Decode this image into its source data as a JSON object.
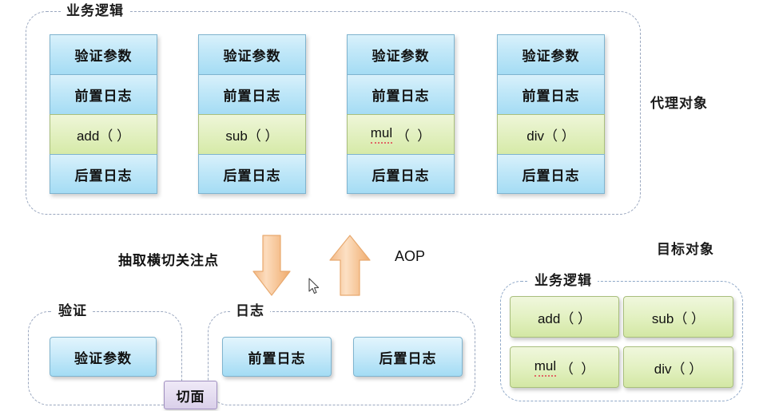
{
  "proxy_section": {
    "group_label": "业务逻辑",
    "outside_label": "代理对象",
    "columns": [
      {
        "validate": "验证参数",
        "before_log": "前置日志",
        "method": "add（ ）",
        "after_log": "后置日志"
      },
      {
        "validate": "验证参数",
        "before_log": "前置日志",
        "method": "sub（ ）",
        "after_log": "后置日志"
      },
      {
        "validate": "验证参数",
        "before_log": "前置日志",
        "method": "mul（ ）",
        "after_log": "后置日志"
      },
      {
        "validate": "验证参数",
        "before_log": "前置日志",
        "method": "div（ ）",
        "after_log": "后置日志"
      }
    ]
  },
  "middle": {
    "extract_label": "抽取横切关注点",
    "aop_label": "AOP",
    "down_arrow": "down-arrow",
    "up_arrow": "up-arrow",
    "cursor": "mouse-pointer"
  },
  "validate_section": {
    "group_label": "验证",
    "items": [
      "验证参数"
    ]
  },
  "log_section": {
    "group_label": "日志",
    "items": [
      "前置日志",
      "后置日志"
    ]
  },
  "aspect_chip": {
    "label": "切面"
  },
  "target_section": {
    "outside_label": "目标对象",
    "group_label": "业务逻辑",
    "methods": [
      "add（ ）",
      "sub（ ）",
      "mul（ ）",
      "div（ ）"
    ]
  },
  "colors": {
    "blue_cell": "#a5dcf4",
    "blue_border": "#7fb4cf",
    "green_cell": "#d6eaa8",
    "green_border": "#a9bf7d",
    "dashed_border": "#9aa7bf",
    "arrow_fill": "#f7c79a",
    "chip_fill": "#d9cfe9",
    "background": "#ffffff"
  }
}
